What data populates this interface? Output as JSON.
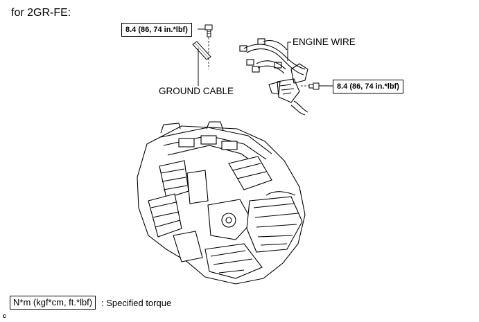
{
  "heading": "for 2GR-FE:",
  "torque_top": "8.4 (86, 74 in.*lbf)",
  "torque_right": "8.4 (86, 74 in.*lbf)",
  "labels": {
    "engine_wire": "ENGINE WIRE",
    "ground_cable": "GROUND CABLE"
  },
  "legend": {
    "box": "N*m (kgf*cm, ft.*lbf)",
    "text": ": Specified torque"
  },
  "corner_code": "c",
  "icons": [
    "bolt-icon",
    "ground-cable-icon",
    "engine-wire-harness-icon",
    "engine-assembly-illustration"
  ]
}
